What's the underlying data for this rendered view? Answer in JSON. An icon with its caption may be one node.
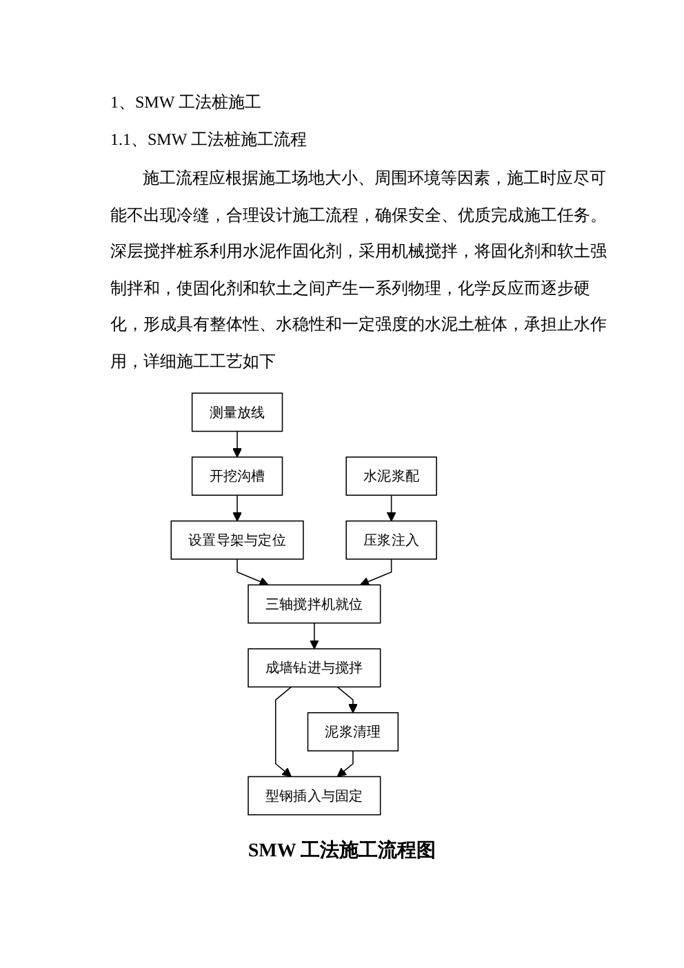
{
  "diagram": {
    "title": "1、SMW 工法桩施工",
    "caption": "SMW 工法施工流程图",
    "nodes": [
      {
        "text": [
          "测量放线"
        ]
      },
      {
        "text": [
          "水泥浆配"
        ]
      },
      {
        "text": [
          "开挖沟槽"
        ]
      },
      {
        "text": [
          "设置导架与定位"
        ]
      },
      {
        "text": [
          "压浆注入"
        ]
      },
      {
        "text": [
          "三轴搅拌机就位"
        ]
      },
      {
        "text": [
          "泥浆清理"
        ]
      },
      {
        "text": [
          "成墙钻进与搅拌"
        ]
      },
      {
        "text": [
          "型钢插入与固定"
        ]
      }
    ],
    "edges": [
      {
        "from": 0,
        "to": 2,
        "arrow": "to"
      },
      {
        "from": 2,
        "to": 3,
        "arrow": "to"
      },
      {
        "from": 3,
        "to": 5,
        "arrow": "to"
      },
      {
        "from": 1,
        "to": 4,
        "arrow": "to"
      },
      {
        "from": 4,
        "to": 5,
        "arrow": "to"
      },
      {
        "from": 5,
        "to": 7,
        "arrow": "to"
      },
      {
        "from": 7,
        "to": 6,
        "arrow": "to"
      },
      {
        "from": 7,
        "to": 8,
        "arrow": "to"
      },
      {
        "from": 6,
        "to": 8,
        "arrow": "to"
      }
    ],
    "labels": [
      "1.1、SMW 工法桩施工流程",
      "施工流程应根据施工场地大小、周围环境等因素，施工时应尽可能不出现冷缝，合理设计施工流程，确保安全、优质完成施工任务。深层搅拌桩系利用水泥作固化剂，采用机械搅拌，将固化剂和软土强制拌和，使固化剂和软土之间产生一系列物理，化学反应而逐步硬化，形成具有整体性、水稳性和一定强度的水泥土桩体，承担止水作用，详细施工工艺如下"
    ]
  }
}
